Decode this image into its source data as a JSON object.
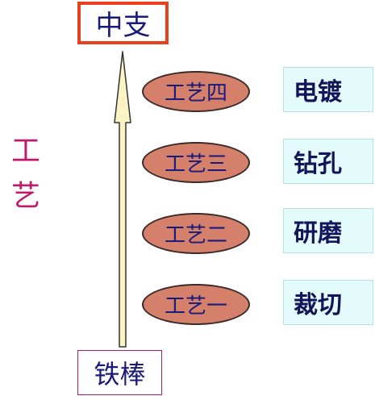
{
  "top_label": "中支",
  "bottom_label": "铁棒",
  "side_label": [
    "工",
    "艺"
  ],
  "processes": [
    {
      "name": "工艺四",
      "step": "电镀"
    },
    {
      "name": "工艺三",
      "step": "钻孔"
    },
    {
      "name": "工艺二",
      "step": "研磨"
    },
    {
      "name": "工艺一",
      "step": "裁切"
    }
  ],
  "colors": {
    "top_border": "#e8401c",
    "ellipse_fill": "#d4806a",
    "step_fill": "#e4fbfb",
    "arrow_fill": "#fbf3c4",
    "side_text": "#c2186b"
  }
}
